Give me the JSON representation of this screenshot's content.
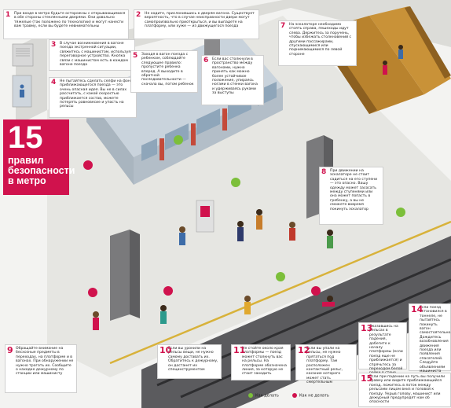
{
  "title": {
    "number": "15",
    "text": "правил безопасности в метро"
  },
  "tips": [
    {
      "n": "1",
      "text": "При входе в метро будьте осторожны с открывающимися в обе стороны стеклянными дверями. Они довольно тяжелые (так положено по технологии) и могут нанести вам травму, если вы будете невнимательны"
    },
    {
      "n": "2",
      "text": "Не ходите, прислонившись к дверям вагона. Существует вероятность, что в случае неисправности двери могут самопроизвольно приоткрыться, и вы выпадете на платформу, или хуже — из движущегося поезда"
    },
    {
      "n": "3",
      "text": "В случае возникновения в вагоне поезда экстренной ситуации, свяжитесь с машинистом, используя переговорное устройство. Кнопка связи с машинистом есть в каждом вагоне поезда"
    },
    {
      "n": "4",
      "text": "Не пытайтесь сделать селфи на фоне приближающегося поезда — это очень опасная идея. Вы не в силах рассчитать, с какой скоростью приближается состав, можете потерять равновесие и упасть на рельсы"
    },
    {
      "n": "5",
      "text": "Заходя в вагон поезда с ребенком, соблюдайте следующее правило: пропустите ребенка вперед. А выходите в обратной последовательности — сначала вы, потом ребенок"
    },
    {
      "n": "6",
      "text": "Если вас столкнули в пространство между вагонами, нужно принять как можно более устойчивое положение, упираясь ногами в стенки вагона и удерживаясь руками за выступы"
    },
    {
      "n": "7",
      "text": "На эскалаторе необходимо стоять справа, пешеходы идут слева. Держитесь за поручень, чтобы избежать столкновений с другими пассажирами, спускающимися или поднимающимися по левой стороне"
    },
    {
      "n": "8",
      "text": "При движении на эскалаторе не стоит садиться на его ступени — это опасно. Вашу одежду может засосать между ступенями или она может попасть в гребенку, а вы не сможете вовремя покинуть эскалатор"
    },
    {
      "n": "9",
      "text": "Обращайте внимание на бесхозные предметы в переходах, на платформе и в вагонах. При обнаружении не нужно трогать их. Сообщите о находке дежурному по станции или машинисту"
    },
    {
      "n": "10",
      "text": "Если вы уронили на рельсы вещи, не нужно самому доставать их. Обратитесь к дежурному, он достанет их специнструментом"
    },
    {
      "n": "11",
      "text": "Не стойте около края платформы — поезд может столкнуть вас на рельсы. На платформе обозначена линия, за которую не стоит заходить"
    },
    {
      "n": "12",
      "text": "Если вы упали на рельсы, не нужно прятаться под платформу. Там расположен контактный рельс, касание которого может стать смертельным"
    },
    {
      "n": "13",
      "text": "Оказавшись на рельсах в результате падения, добегите к началу платформы (если поезд еще не приближается) и спрячьтесь за переходом белой рейки в стене"
    },
    {
      "n": "14",
      "text": "Если поезд остановился в тоннеле, не пытайтесь покинуть вагон самостоятельно. Дождитесь возобновления движения поезда или появления спасателей. Следуйте объявлениям машиниста"
    },
    {
      "n": "15",
      "text": "Если при падении на путь вы получили травму или видите приближающийся поезд, ложитесь в лоток между рельсами лицом вниз и головой к поезду. Укрыв голову, машинист или дежурный предупредят нам об опасности"
    }
  ],
  "legend": {
    "do_label": "Как делать",
    "dont_label": "Как не делать",
    "do_color": "#7cbf3a",
    "dont_color": "#d0124d"
  },
  "colors": {
    "accent": "#d0124d",
    "floor": "#e6e6e2",
    "train": "#c9d3dc",
    "window": "#8fa6ba",
    "track": "#5b5b5e",
    "escalator": "#b9832e"
  },
  "icons": [
    "exit-door-icon",
    "intercom-panel-icon",
    "info-kiosk-icon",
    "do-bubble-icon",
    "dont-bubble-icon"
  ]
}
